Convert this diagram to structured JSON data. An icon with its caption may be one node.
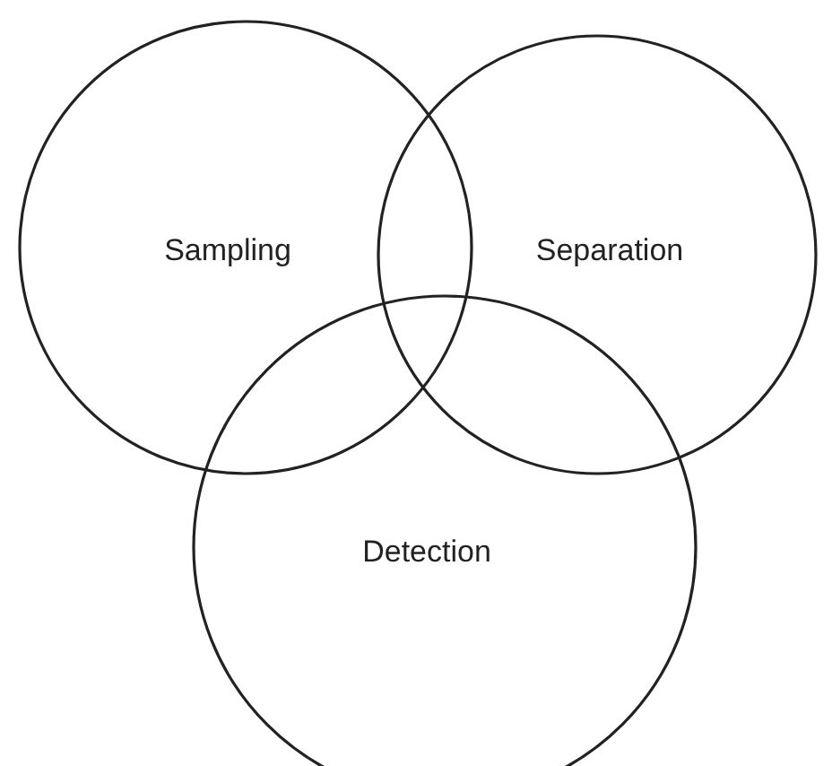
{
  "diagram": {
    "nodes": [
      {
        "text": [
          "Sampling"
        ]
      },
      {
        "text": [
          "Separation"
        ]
      },
      {
        "text": [
          "Detection"
        ]
      }
    ]
  }
}
